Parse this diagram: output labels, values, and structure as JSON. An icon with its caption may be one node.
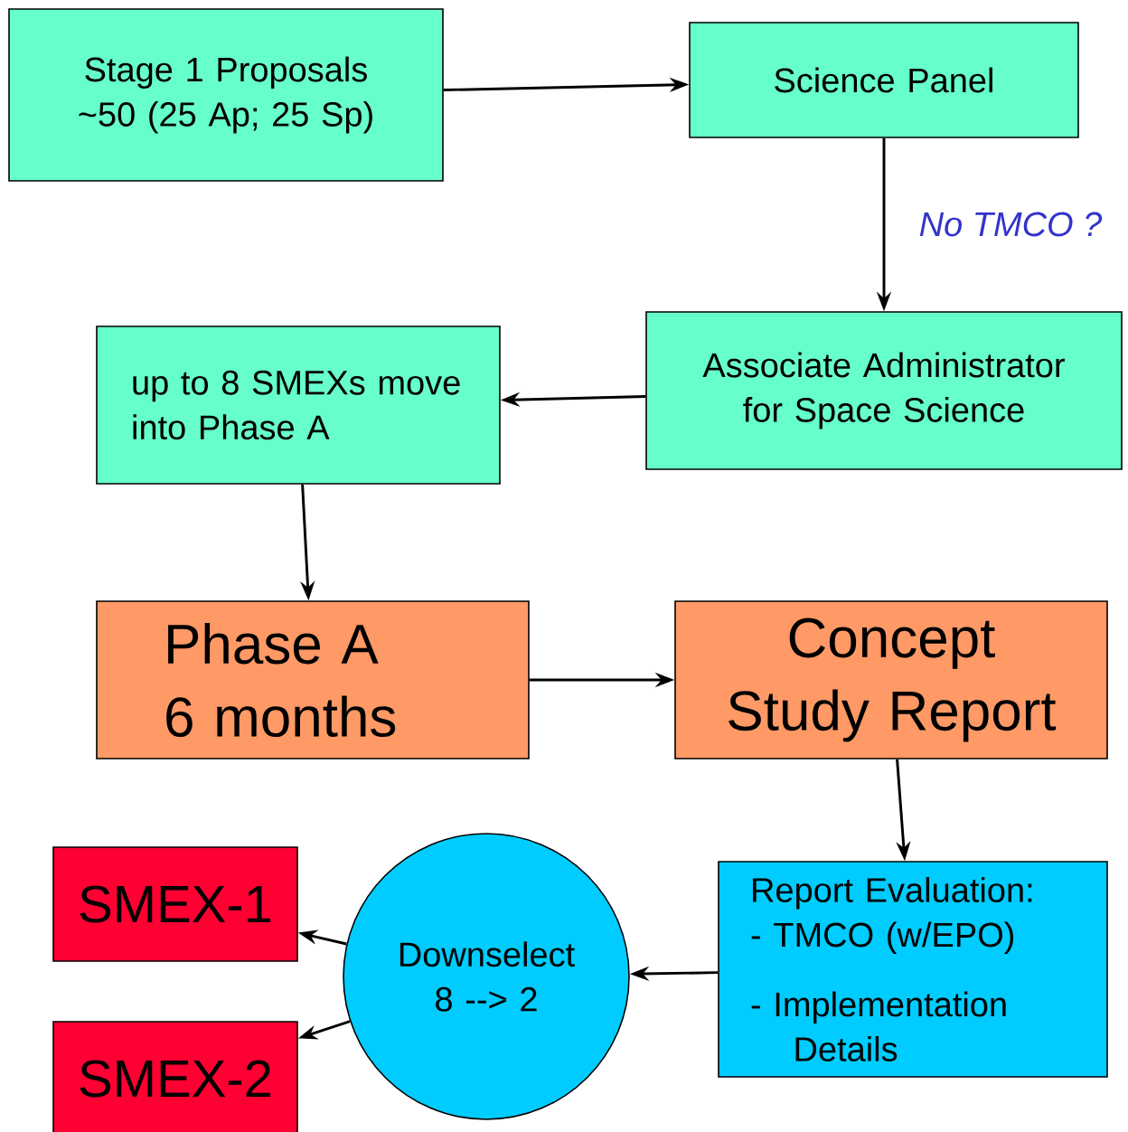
{
  "diagram": {
    "nodes": [
      {
        "text": [
          "Stage 1 Proposals",
          "~50 (25 Ap; 25 Sp)"
        ]
      },
      {
        "text": [
          "Science Panel"
        ]
      },
      {
        "text": [
          "Associate Administrator for Space Science"
        ]
      },
      {
        "text": [
          "up to 8 SMEXs move into Phase A"
        ]
      },
      {
        "text": [
          "Phase A",
          "6 months"
        ]
      },
      {
        "text": [
          "Concept Study Report"
        ]
      },
      {
        "text": [
          "Report Evaluation:",
          "- TMCO (w/EPO)",
          "- Implementation Details"
        ]
      },
      {
        "text": [
          "Downselect 8 --> 2"
        ]
      },
      {
        "text": [
          "SMEX-1"
        ]
      },
      {
        "text": [
          "SMEX-2"
        ]
      }
    ],
    "edges": [
      {
        "from": 0,
        "to": 1,
        "arrow": "to"
      },
      {
        "from": 1,
        "to": 2,
        "arrow": "to",
        "label": "No TMCO ?"
      },
      {
        "from": 2,
        "to": 3,
        "arrow": "to"
      },
      {
        "from": 3,
        "to": 4,
        "arrow": "to"
      },
      {
        "from": 4,
        "to": 5,
        "arrow": "to"
      },
      {
        "from": 5,
        "to": 6,
        "arrow": "to"
      },
      {
        "from": 6,
        "to": 7,
        "arrow": "to"
      },
      {
        "from": 7,
        "to": 8,
        "arrow": "to"
      },
      {
        "from": 7,
        "to": 9,
        "arrow": "to"
      }
    ]
  }
}
